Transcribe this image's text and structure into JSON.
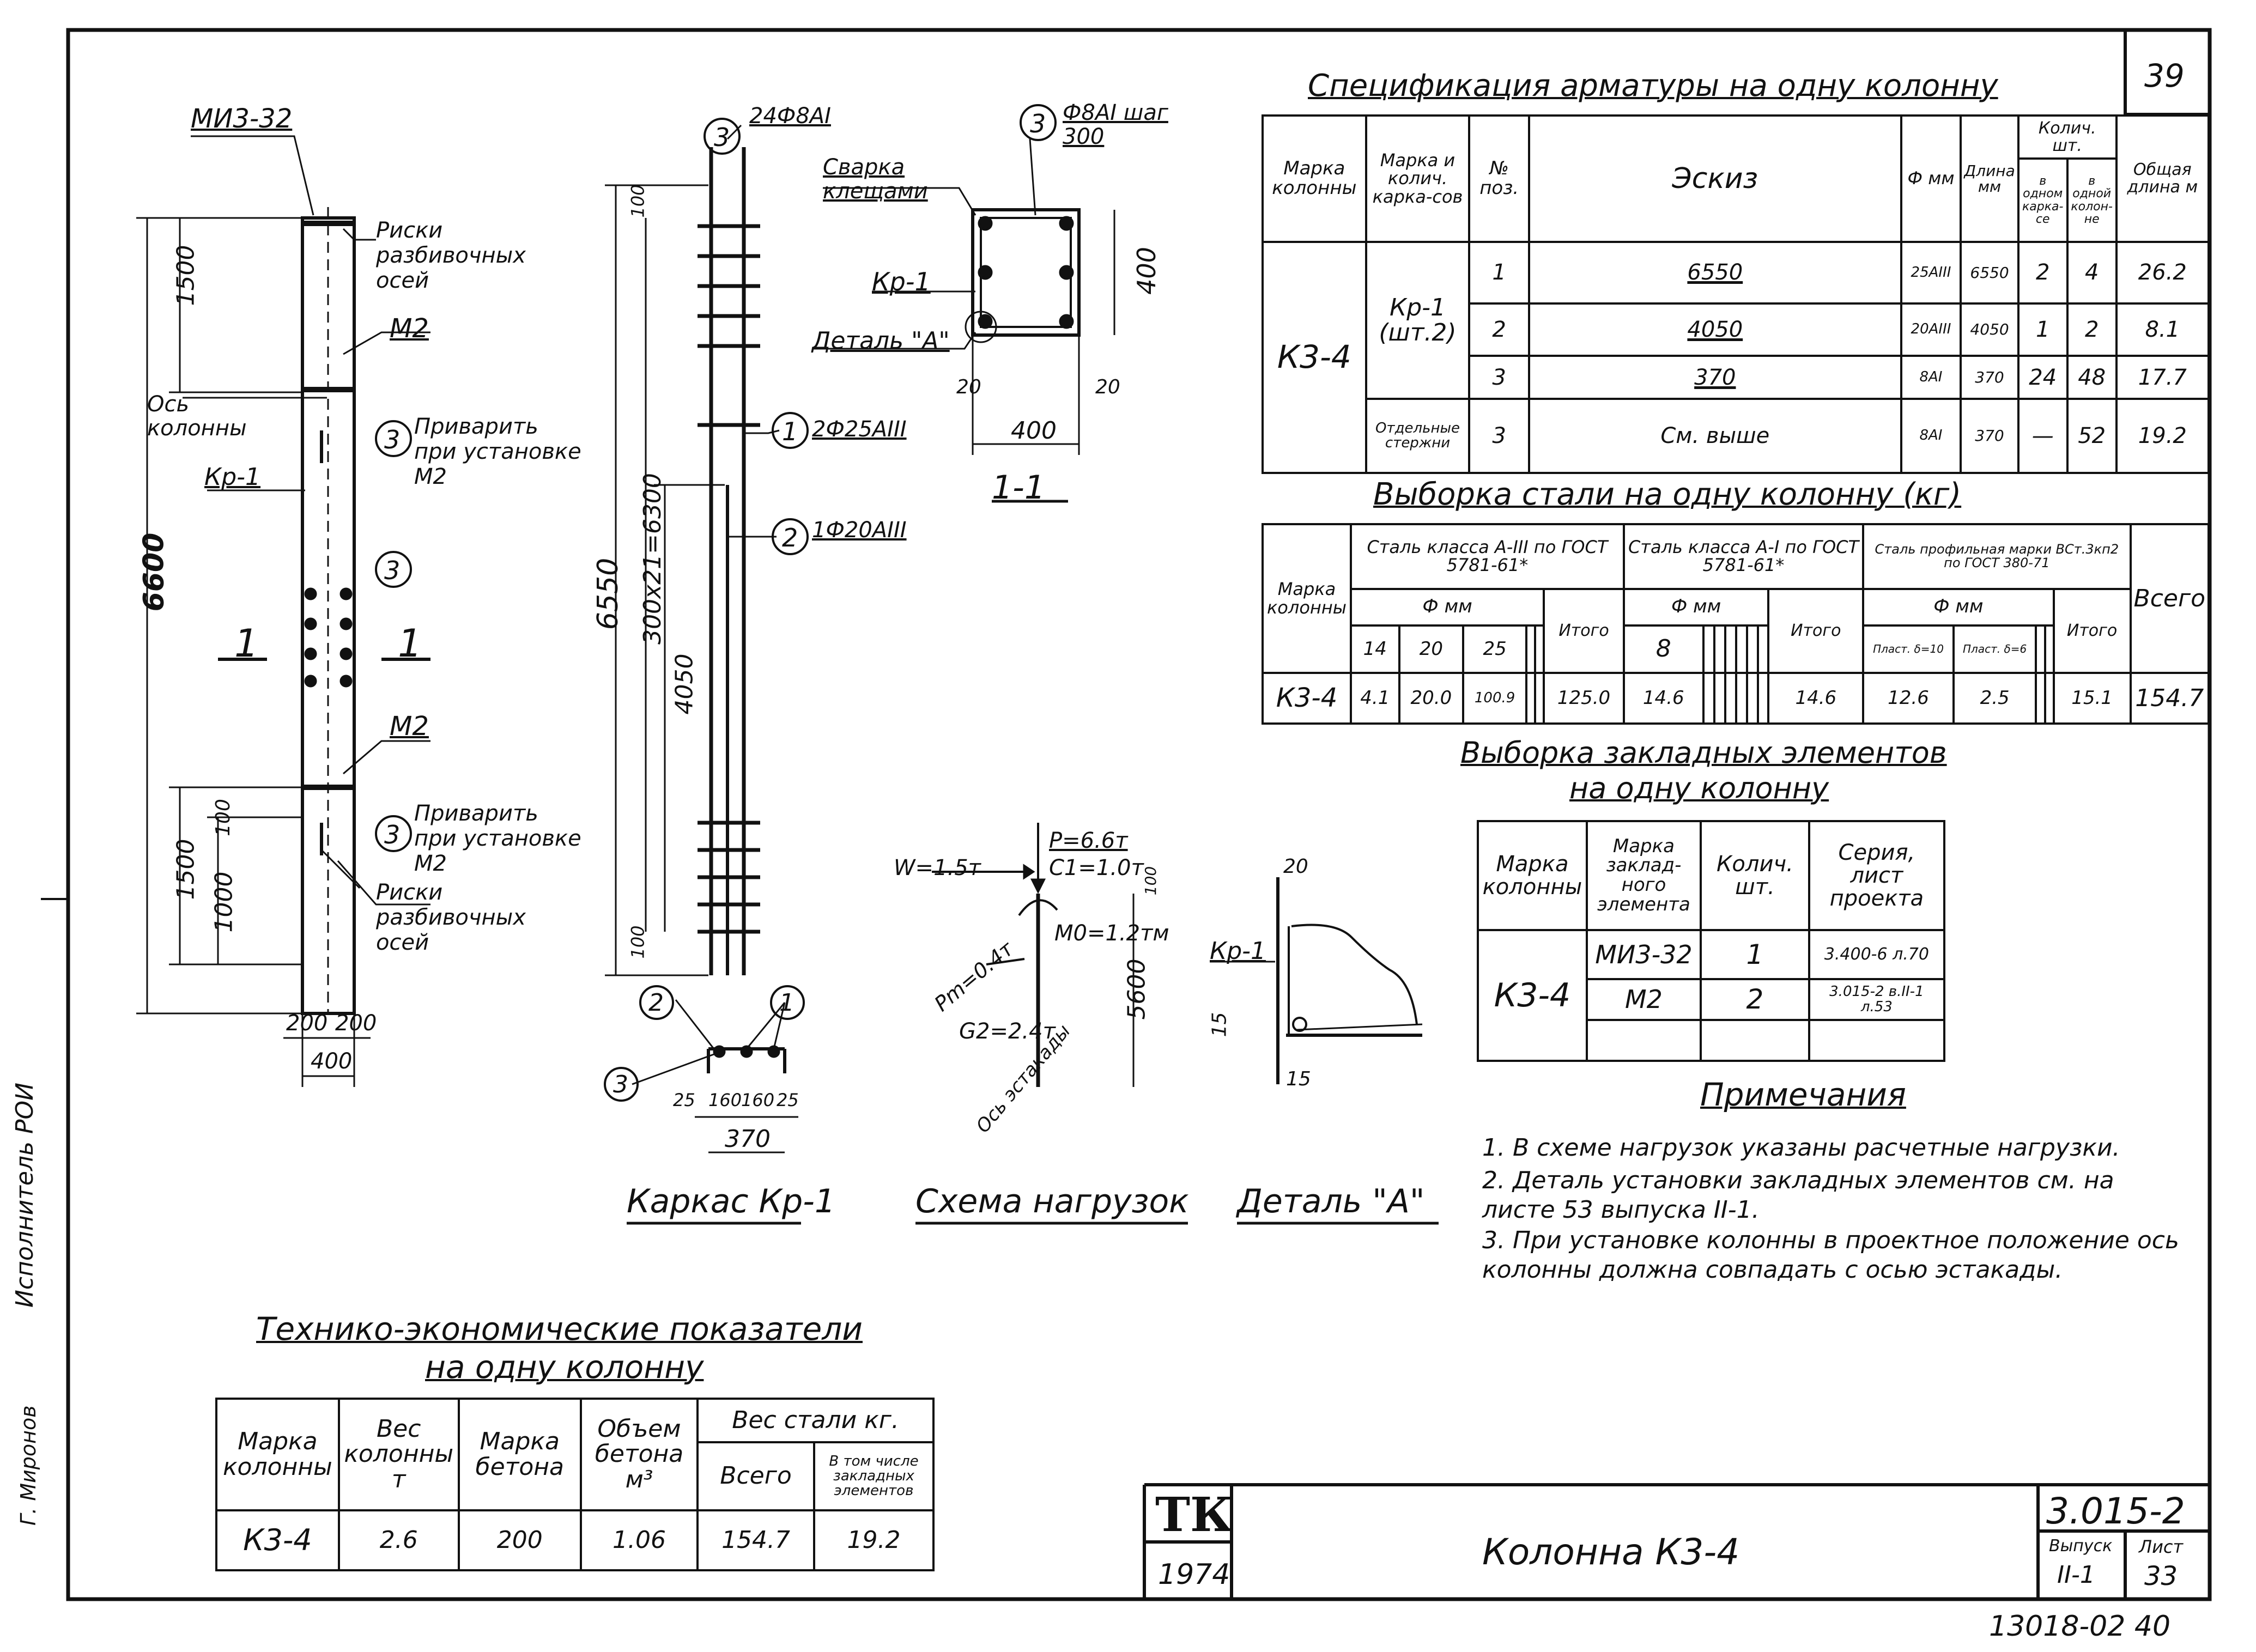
{
  "sheet": {
    "page_number": "39",
    "bottom_code": "13018-02  40",
    "left_margin_text": "Исполнитель РОИ",
    "left_margin_text2": "Г. Миронов"
  },
  "title_block": {
    "logo": "ТК",
    "year": "1974",
    "name": "Колонна К3-4",
    "series": "3.015-2",
    "issue_label": "Выпуск",
    "issue_value": "II-1",
    "sheet_label": "Лист",
    "sheet_value": "33"
  },
  "spec": {
    "title": "Спецификация арматуры на одну колонну",
    "headers": [
      "Марка колонны",
      "Марка и колич. карка-сов",
      "№ поз.",
      "Эскиз",
      "Ф мм",
      "Длина мм",
      "Колич. шт.",
      "Общая длина м"
    ],
    "subheaders": [
      "в одном карка-се",
      "в одной колон-не"
    ],
    "column_mark": "К3-4",
    "frame_mark": "Кр-1 (шт.2)",
    "loose_bars": "Отдельные стержни",
    "rows": [
      {
        "pos": "1",
        "sketch": "6550",
        "dia": "25АIII",
        "len": "6550",
        "in_frame": "2",
        "in_col": "4",
        "total": "26.2"
      },
      {
        "pos": "2",
        "sketch": "4050",
        "dia": "20АIII",
        "len": "4050",
        "in_frame": "1",
        "in_col": "2",
        "total": "8.1"
      },
      {
        "pos": "3",
        "sketch": "370",
        "dia": "8АI",
        "len": "370",
        "in_frame": "24",
        "in_col": "48",
        "total": "17.7"
      },
      {
        "pos": "3",
        "sketch": "См. выше",
        "dia": "8АI",
        "len": "370",
        "in_frame": "—",
        "in_col": "52",
        "total": "19.2"
      }
    ]
  },
  "steel": {
    "title": "Выборка стали на одну колонну (кг)",
    "col_mark": "Марка колонны",
    "group1": "Сталь класса А-III по ГОСТ 5781-61*",
    "group2": "Сталь класса А-I по ГОСТ 5781-61*",
    "group3": "Сталь профильная марки ВСт.3кп2 по ГОСТ 380-71",
    "phi": "Ф мм",
    "total": "Итого",
    "grand": "Всего",
    "g1_d": [
      "14",
      "20",
      "25"
    ],
    "g2_d": [
      "8"
    ],
    "g3_d": [
      "Пласт. δ=10",
      "Пласт. δ=6"
    ],
    "row": {
      "mark": "К3-4",
      "g1": [
        "4.1",
        "20.0",
        "100.9"
      ],
      "g1_total": "125.0",
      "g2": [
        "14.6"
      ],
      "g2_total": "14.6",
      "g3": [
        "12.6",
        "2.5"
      ],
      "g3_total": "15.1",
      "grand": "154.7"
    }
  },
  "embedded": {
    "title1": "Выборка закладных элементов",
    "title2": "на одну колонну",
    "headers": [
      "Марка колонны",
      "Марка заклад-ного элемента",
      "Колич. шт.",
      "Серия, лист проекта"
    ],
    "mark": "К3-4",
    "rows": [
      {
        "el": "МИ3-32",
        "qty": "1",
        "ref": "3.400-6 л.70"
      },
      {
        "el": "М2",
        "qty": "2",
        "ref": "3.015-2 в.II-1 л.53"
      }
    ]
  },
  "notes": {
    "title": "Примечания",
    "items": [
      "1. В схеме нагрузок указаны расчетные нагрузки.",
      "2. Деталь установки закладных элементов см. на листе 53 выпуска II-1.",
      "3. При установке колонны в проектное положение ось колонны должна совпадать с осью эстакады."
    ]
  },
  "tep": {
    "title1": "Технико-экономические показатели",
    "title2": "на одну колонну",
    "headers": [
      "Марка колонны",
      "Вес колонны т",
      "Марка бетона",
      "Объем бетона м³",
      "Вес стали кг."
    ],
    "subheaders": [
      "Всего",
      "В том числе закладных элементов"
    ],
    "row": {
      "mark": "К3-4",
      "weight": "2.6",
      "concrete": "200",
      "volume": "1.06",
      "steel": "154.7",
      "embedded": "19.2"
    }
  },
  "drawing": {
    "mi_label": "МИ3-32",
    "risk_label": "Риски разбивочных осей",
    "m2": "М2",
    "axis_label": "Ось колонны",
    "weld_label": "Приварить при установке М2",
    "kr1": "Кр-1",
    "dims": {
      "d1500": "1500",
      "d6600": "6600",
      "d1000": "1000",
      "d100": "100",
      "d200": "200",
      "d400": "400",
      "d6550": "6550",
      "d300x21": "300x21=6300",
      "d4050": "4050",
      "d25": "25",
      "d370": "370",
      "d160": "160",
      "d20": "20",
      "d5600": "5600",
      "d15": "15"
    },
    "section_mark": "1",
    "bars_top": "24Ф8АI",
    "bar1": "2Ф25АIII",
    "bar2": "1Ф20АIII",
    "stirrup": "Ф8АI шаг 300",
    "welding": "Сварка клещами",
    "detail_ref": "Деталь \"А\"",
    "section_title": "1-1",
    "frame_title": "Каркас Кр-1",
    "loads_title": "Схема нагрузок",
    "detail_title": "Деталь \"А\"",
    "loads": {
      "W": "W=1.5т",
      "P": "P=6.6т",
      "C": "C1=1.0т",
      "Pm": "Pm=0.4т",
      "M": "M0=1.2тм",
      "G": "G2=2.4т",
      "axis": "Ось эстакады"
    }
  }
}
